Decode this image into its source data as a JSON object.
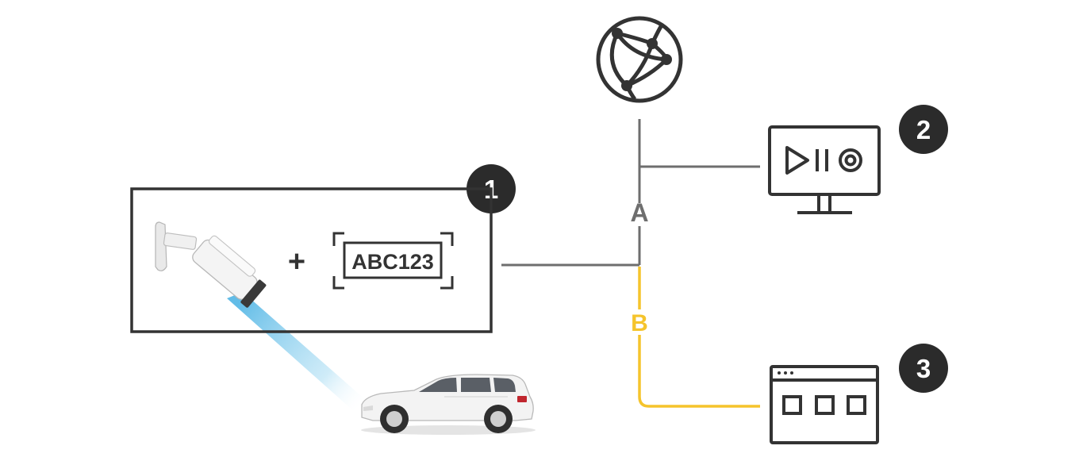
{
  "plate": {
    "text": "ABC123"
  },
  "plus": {
    "text": "+"
  },
  "badges": [
    {
      "text": "1"
    },
    {
      "text": "2"
    },
    {
      "text": "3"
    }
  ],
  "links": {
    "a": {
      "label": "A",
      "color": "#6e6e6e"
    },
    "b": {
      "label": "B",
      "color": "#f5c42c"
    }
  },
  "colors": {
    "ink": "#333333",
    "beam": "#6cc3ea",
    "badge": "#2b2b2b"
  },
  "icons": [
    "globe-icon",
    "monitor-icon",
    "browser-window-icon",
    "camera-icon",
    "car-icon",
    "license-plate-icon"
  ]
}
